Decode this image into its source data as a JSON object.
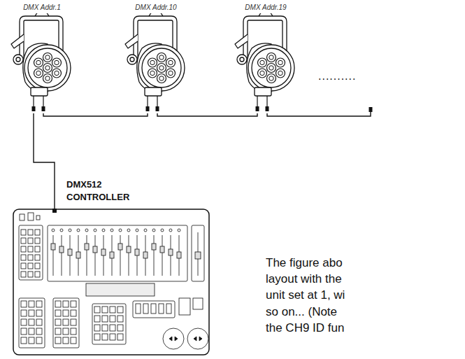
{
  "diagram": {
    "nodes": [
      {
        "text": [
          "DMX Addr.1"
        ]
      },
      {
        "text": [
          "DMX Addr.10"
        ]
      },
      {
        "text": [
          "DMX Addr.19"
        ]
      },
      {
        "text": [
          "DMX512 CONTROLLER"
        ]
      }
    ],
    "edges": [
      {
        "from": 3,
        "to": 0,
        "arrow": "none"
      },
      {
        "from": 0,
        "to": 1,
        "arrow": "none"
      },
      {
        "from": 1,
        "to": 2,
        "arrow": "none"
      }
    ],
    "labels": [
      "..........",
      "The figure abo",
      "layout with the",
      "unit set at 1, wi",
      "so on... (Note",
      "the CH9 ID fun"
    ]
  }
}
